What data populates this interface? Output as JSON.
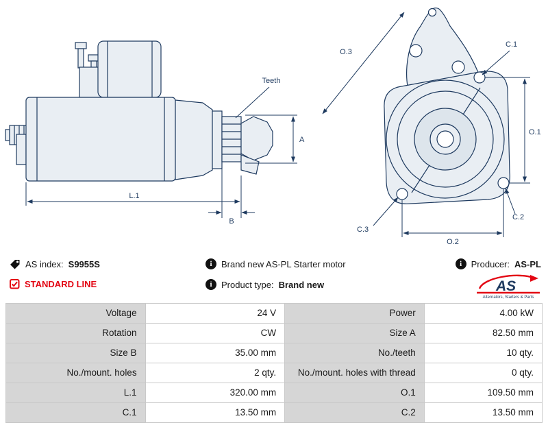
{
  "colors": {
    "line": "#1e3a5f",
    "fill": "#e9eef3",
    "accent_red": "#e30613",
    "table_label_bg": "#d6d6d6",
    "table_border": "#c9c9c9"
  },
  "diagram": {
    "labels": {
      "teeth": "Teeth",
      "a": "A",
      "b": "B",
      "l1": "L.1",
      "o1": "O.1",
      "o2": "O.2",
      "o3": "O.3",
      "c1": "C.1",
      "c2": "C.2",
      "c3": "C.3"
    }
  },
  "info": {
    "as_index_label": "AS index:",
    "as_index_value": "S9955S",
    "brand_new_text": "Brand new AS-PL Starter motor",
    "producer_label": "Producer:",
    "producer_value": "AS-PL",
    "standard_line": "STANDARD LINE",
    "product_type_label": "Product type:",
    "product_type_value": "Brand new",
    "info_icon_glyph": "i",
    "logo": {
      "text": "AS",
      "subtext": "Alternators, Starters & Parts"
    }
  },
  "table": {
    "rows": [
      [
        "Voltage",
        "24 V",
        "Power",
        "4.00 kW"
      ],
      [
        "Rotation",
        "CW",
        "Size A",
        "82.50 mm"
      ],
      [
        "Size B",
        "35.00 mm",
        "No./teeth",
        "10 qty."
      ],
      [
        "No./mount. holes",
        "2 qty.",
        "No./mount. holes with thread",
        "0 qty."
      ],
      [
        "L.1",
        "320.00 mm",
        "O.1",
        "109.50 mm"
      ],
      [
        "C.1",
        "13.50 mm",
        "C.2",
        "13.50 mm"
      ]
    ]
  }
}
